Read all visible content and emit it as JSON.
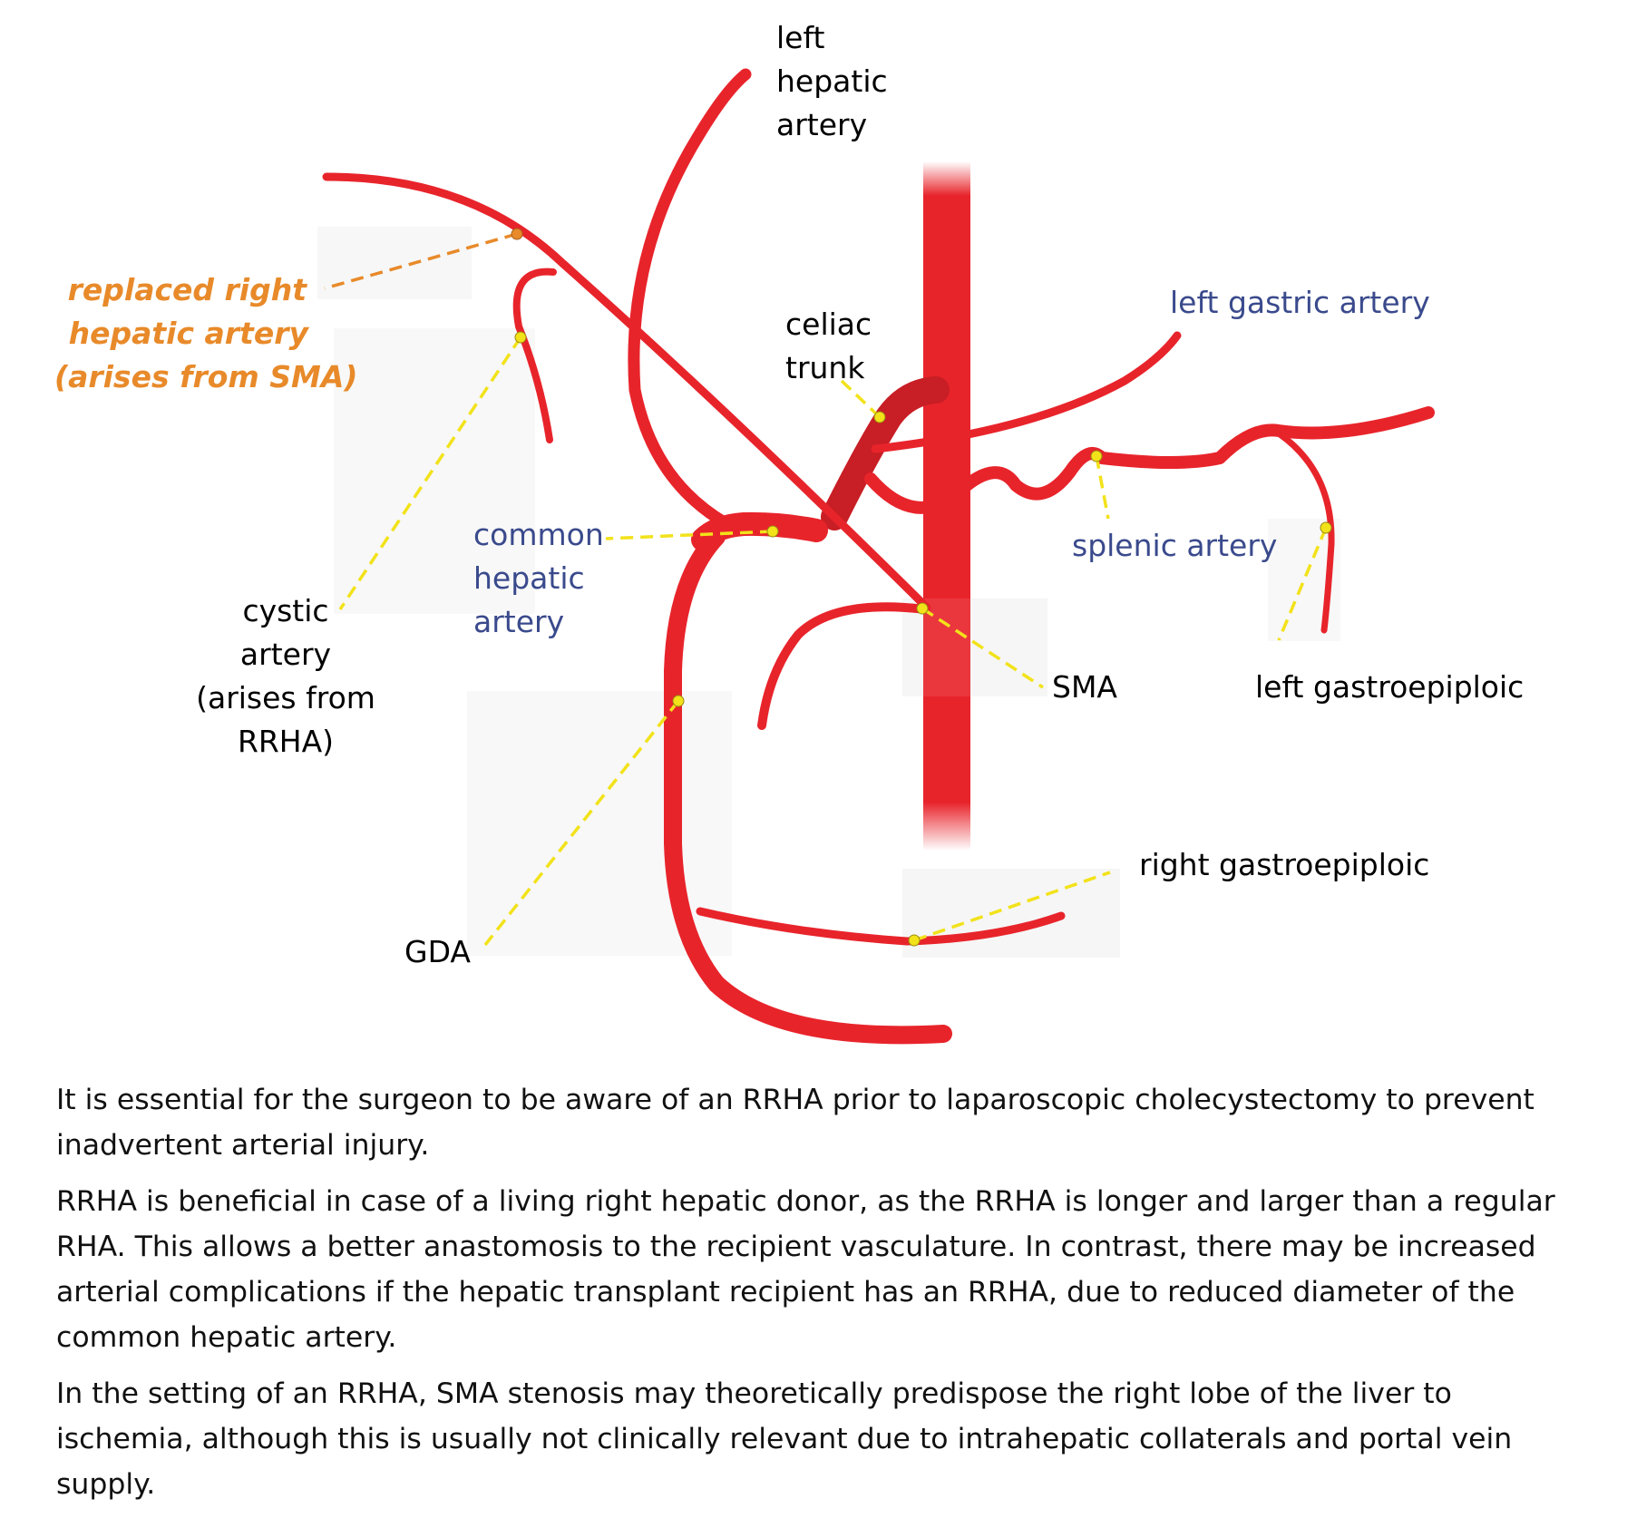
{
  "colors": {
    "artery": "#e8242b",
    "artery_dark": "#c81e25",
    "leader_yellow": "#f2e21a",
    "leader_orange": "#e88a2a",
    "label_blue": "#3a4a8c",
    "label_orange": "#e88a2a"
  },
  "labels": {
    "left_hepatic_artery": [
      "left",
      "hepatic",
      "artery"
    ],
    "replaced_right_hepatic_artery": [
      "replaced right",
      "hepatic artery",
      "(arises from SMA)"
    ],
    "celiac_trunk": [
      "celiac",
      "trunk"
    ],
    "left_gastric_artery": "left gastric artery",
    "common_hepatic_artery": [
      "common",
      "hepatic",
      "artery"
    ],
    "splenic_artery": "splenic artery",
    "cystic_artery": [
      "cystic",
      "artery",
      "(arises from",
      "RRHA)"
    ],
    "sma": "SMA",
    "left_gastroepiploic": "left gastroepiploic",
    "right_gastroepiploic": "right gastroepiploic",
    "gda": "GDA"
  },
  "paragraphs": [
    "It is essential for the surgeon to be aware of an RRHA prior to laparoscopic cholecystectomy to prevent inadvertent arterial injury.",
    "RRHA is beneficial in case of a living right hepatic donor, as the RRHA is longer and larger than a regular RHA. This allows a better anastomosis to the recipient vasculature. In contrast, there may be increased arterial complications if the hepatic transplant recipient has an RRHA, due to reduced diameter of the common hepatic artery.",
    "In the setting of an RRHA, SMA stenosis may theoretically predispose the right lobe of the liver to ischemia, although this is usually not clinically relevant due to intrahepatic collaterals and portal vein supply."
  ]
}
